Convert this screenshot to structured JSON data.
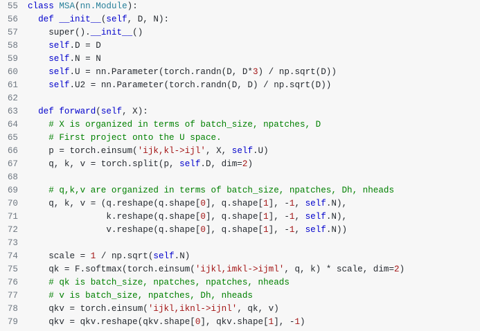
{
  "lines": [
    {
      "n": "55",
      "segs": [
        [
          "kw",
          "class "
        ],
        [
          "cls",
          "MSA"
        ],
        [
          "",
          "("
        ],
        [
          "cls",
          "nn.Module"
        ],
        [
          "",
          "):"
        ]
      ]
    },
    {
      "n": "56",
      "segs": [
        [
          "",
          "  "
        ],
        [
          "kw",
          "def "
        ],
        [
          "fn",
          "__init__"
        ],
        [
          "",
          "("
        ],
        [
          "self",
          "self"
        ],
        [
          "",
          ", D, N):"
        ]
      ]
    },
    {
      "n": "57",
      "segs": [
        [
          "",
          "    super()."
        ],
        [
          "fn",
          "__init__"
        ],
        [
          "",
          "()"
        ]
      ]
    },
    {
      "n": "58",
      "segs": [
        [
          "",
          "    "
        ],
        [
          "self",
          "self"
        ],
        [
          "",
          ".D = D"
        ]
      ]
    },
    {
      "n": "59",
      "segs": [
        [
          "",
          "    "
        ],
        [
          "self",
          "self"
        ],
        [
          "",
          ".N = N"
        ]
      ]
    },
    {
      "n": "60",
      "segs": [
        [
          "",
          "    "
        ],
        [
          "self",
          "self"
        ],
        [
          "",
          ".U = nn.Parameter(torch.randn(D, D*"
        ],
        [
          "num",
          "3"
        ],
        [
          "",
          ") / np.sqrt(D))"
        ]
      ]
    },
    {
      "n": "61",
      "segs": [
        [
          "",
          "    "
        ],
        [
          "self",
          "self"
        ],
        [
          "",
          ".U2 = nn.Parameter(torch.randn(D, D) / np.sqrt(D))"
        ]
      ]
    },
    {
      "n": "62",
      "segs": [
        [
          "",
          ""
        ]
      ]
    },
    {
      "n": "63",
      "segs": [
        [
          "",
          "  "
        ],
        [
          "kw",
          "def "
        ],
        [
          "fn",
          "forward"
        ],
        [
          "",
          "("
        ],
        [
          "self",
          "self"
        ],
        [
          "",
          ", X):"
        ]
      ]
    },
    {
      "n": "64",
      "segs": [
        [
          "",
          "    "
        ],
        [
          "com",
          "# X is organized in terms of batch_size, npatches, D"
        ]
      ]
    },
    {
      "n": "65",
      "segs": [
        [
          "",
          "    "
        ],
        [
          "com",
          "# First project onto the U space."
        ]
      ]
    },
    {
      "n": "66",
      "segs": [
        [
          "",
          "    p = torch.einsum("
        ],
        [
          "str",
          "'ijk,kl->ijl'"
        ],
        [
          "",
          ", X, "
        ],
        [
          "self",
          "self"
        ],
        [
          "",
          ".U)"
        ]
      ]
    },
    {
      "n": "67",
      "segs": [
        [
          "",
          "    q, k, v = torch.split(p, "
        ],
        [
          "self",
          "self"
        ],
        [
          "",
          ".D, dim="
        ],
        [
          "num",
          "2"
        ],
        [
          "",
          ")"
        ]
      ]
    },
    {
      "n": "68",
      "segs": [
        [
          "",
          ""
        ]
      ]
    },
    {
      "n": "69",
      "segs": [
        [
          "",
          "    "
        ],
        [
          "com",
          "# q,k,v are organized in terms of batch_size, npatches, Dh, nheads"
        ]
      ]
    },
    {
      "n": "70",
      "segs": [
        [
          "",
          "    q, k, v = (q.reshape(q.shape["
        ],
        [
          "num",
          "0"
        ],
        [
          "",
          "], q.shape["
        ],
        [
          "num",
          "1"
        ],
        [
          "",
          "], -"
        ],
        [
          "num",
          "1"
        ],
        [
          "",
          ", "
        ],
        [
          "self",
          "self"
        ],
        [
          "",
          ".N),"
        ]
      ]
    },
    {
      "n": "71",
      "segs": [
        [
          "",
          "               k.reshape(q.shape["
        ],
        [
          "num",
          "0"
        ],
        [
          "",
          "], q.shape["
        ],
        [
          "num",
          "1"
        ],
        [
          "",
          "], -"
        ],
        [
          "num",
          "1"
        ],
        [
          "",
          ", "
        ],
        [
          "self",
          "self"
        ],
        [
          "",
          ".N),"
        ]
      ]
    },
    {
      "n": "72",
      "segs": [
        [
          "",
          "               v.reshape(q.shape["
        ],
        [
          "num",
          "0"
        ],
        [
          "",
          "], q.shape["
        ],
        [
          "num",
          "1"
        ],
        [
          "",
          "], -"
        ],
        [
          "num",
          "1"
        ],
        [
          "",
          ", "
        ],
        [
          "self",
          "self"
        ],
        [
          "",
          ".N))"
        ]
      ]
    },
    {
      "n": "73",
      "segs": [
        [
          "",
          ""
        ]
      ]
    },
    {
      "n": "74",
      "segs": [
        [
          "",
          "    scale = "
        ],
        [
          "num",
          "1"
        ],
        [
          "",
          " / np.sqrt("
        ],
        [
          "self",
          "self"
        ],
        [
          "",
          ".N)"
        ]
      ]
    },
    {
      "n": "75",
      "segs": [
        [
          "",
          "    qk = F.softmax(torch.einsum("
        ],
        [
          "str",
          "'ijkl,imkl->ijml'"
        ],
        [
          "",
          ", q, k) * scale, dim="
        ],
        [
          "num",
          "2"
        ],
        [
          "",
          ")"
        ]
      ]
    },
    {
      "n": "76",
      "segs": [
        [
          "",
          "    "
        ],
        [
          "com",
          "# qk is batch_size, npatches, npatches, nheads"
        ]
      ]
    },
    {
      "n": "77",
      "segs": [
        [
          "",
          "    "
        ],
        [
          "com",
          "# v is batch_size, npatches, Dh, nheads"
        ]
      ]
    },
    {
      "n": "78",
      "segs": [
        [
          "",
          "    qkv = torch.einsum("
        ],
        [
          "str",
          "'ijkl,iknl->ijnl'"
        ],
        [
          "",
          ", qk, v)"
        ]
      ]
    },
    {
      "n": "79",
      "segs": [
        [
          "",
          "    qkv = qkv.reshape(qkv.shape["
        ],
        [
          "num",
          "0"
        ],
        [
          "",
          "], qkv.shape["
        ],
        [
          "num",
          "1"
        ],
        [
          "",
          "], -"
        ],
        [
          "num",
          "1"
        ],
        [
          "",
          ")"
        ]
      ]
    }
  ]
}
